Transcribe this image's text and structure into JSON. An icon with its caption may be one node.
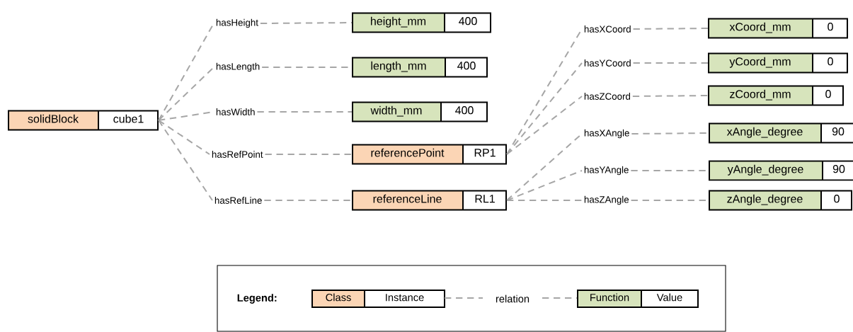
{
  "diagram": {
    "nodes": [
      {
        "text": [
          "solidBlock",
          "cube1"
        ]
      },
      {
        "text": [
          "hasHeight"
        ]
      },
      {
        "text": [
          "height_mm",
          "400"
        ]
      },
      {
        "text": [
          "hasLength"
        ]
      },
      {
        "text": [
          "length_mm",
          "400"
        ]
      },
      {
        "text": [
          "hasWidth"
        ]
      },
      {
        "text": [
          "width_mm",
          "400"
        ]
      },
      {
        "text": [
          "hasRefPoint"
        ]
      },
      {
        "text": [
          "referencePoint",
          "RP1"
        ]
      },
      {
        "text": [
          "hasRefLine"
        ]
      },
      {
        "text": [
          "referenceLine",
          "RL1"
        ]
      },
      {
        "text": [
          "hasXCoord"
        ]
      },
      {
        "text": [
          "xCoord_mm",
          "0"
        ]
      },
      {
        "text": [
          "hasYCoord"
        ]
      },
      {
        "text": [
          "yCoord_mm",
          "0"
        ]
      },
      {
        "text": [
          "hasZCoord"
        ]
      },
      {
        "text": [
          "zCoord_mm",
          "0"
        ]
      },
      {
        "text": [
          "hasXAngle"
        ]
      },
      {
        "text": [
          "xAngle_degree",
          "90"
        ]
      },
      {
        "text": [
          "hasYAngle"
        ]
      },
      {
        "text": [
          "yAngle_degree",
          "90"
        ]
      },
      {
        "text": [
          "hasZAngle"
        ]
      },
      {
        "text": [
          "zAngle_degree",
          "0"
        ]
      }
    ],
    "edges": [
      {
        "from": 0,
        "to": 1,
        "arrow": "none",
        "style": "dashed"
      },
      {
        "from": 0,
        "to": 3,
        "arrow": "none",
        "style": "dashed"
      },
      {
        "from": 0,
        "to": 5,
        "arrow": "none",
        "style": "dashed"
      },
      {
        "from": 0,
        "to": 7,
        "arrow": "none",
        "style": "dashed"
      },
      {
        "from": 0,
        "to": 9,
        "arrow": "none",
        "style": "dashed"
      },
      {
        "from": 1,
        "to": 2,
        "arrow": "none",
        "style": "dashed"
      },
      {
        "from": 3,
        "to": 4,
        "arrow": "none",
        "style": "dashed"
      },
      {
        "from": 5,
        "to": 6,
        "arrow": "none",
        "style": "dashed"
      },
      {
        "from": 7,
        "to": 8,
        "arrow": "none",
        "style": "dashed"
      },
      {
        "from": 9,
        "to": 10,
        "arrow": "none",
        "style": "dashed"
      },
      {
        "from": 8,
        "to": 11,
        "arrow": "none",
        "style": "dashed"
      },
      {
        "from": 8,
        "to": 13,
        "arrow": "none",
        "style": "dashed"
      },
      {
        "from": 8,
        "to": 15,
        "arrow": "none",
        "style": "dashed"
      },
      {
        "from": 10,
        "to": 17,
        "arrow": "none",
        "style": "dashed"
      },
      {
        "from": 10,
        "to": 19,
        "arrow": "none",
        "style": "dashed"
      },
      {
        "from": 10,
        "to": 21,
        "arrow": "none",
        "style": "dashed"
      },
      {
        "from": 11,
        "to": 12,
        "arrow": "none",
        "style": "dashed"
      },
      {
        "from": 13,
        "to": 14,
        "arrow": "none",
        "style": "dashed"
      },
      {
        "from": 15,
        "to": 16,
        "arrow": "none",
        "style": "dashed"
      },
      {
        "from": 17,
        "to": 18,
        "arrow": "none",
        "style": "dashed"
      },
      {
        "from": 19,
        "to": 20,
        "arrow": "none",
        "style": "dashed"
      },
      {
        "from": 21,
        "to": 22,
        "arrow": "none",
        "style": "dashed"
      }
    ],
    "labels": [
      "Legend:"
    ],
    "legend": [
      {
        "text": "Class",
        "color": "#fbd5b5"
      },
      {
        "text": "Instance"
      },
      {
        "text": "relation"
      },
      {
        "text": "Function",
        "color": "#d7e4bc"
      },
      {
        "text": "Value"
      }
    ]
  }
}
